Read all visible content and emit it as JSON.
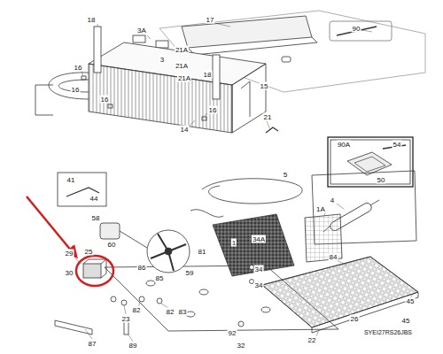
{
  "diagram": {
    "labels": [
      "18",
      "3A",
      "17",
      "90",
      "21A",
      "3",
      "21A",
      "21A",
      "18",
      "15",
      "16",
      "16",
      "16",
      "16",
      "14",
      "21",
      "90A",
      "54",
      "50",
      "5",
      "4",
      "41",
      "44",
      "1A",
      "34A",
      "1",
      "58",
      "60",
      "25",
      "29",
      "30",
      "86",
      "85",
      "59",
      "81",
      "34",
      "34",
      "84",
      "45",
      "45",
      "26",
      "23",
      "82",
      "82",
      "83",
      "87",
      "89",
      "92",
      "32",
      "22",
      "SYEI27RS26JBS"
    ]
  }
}
